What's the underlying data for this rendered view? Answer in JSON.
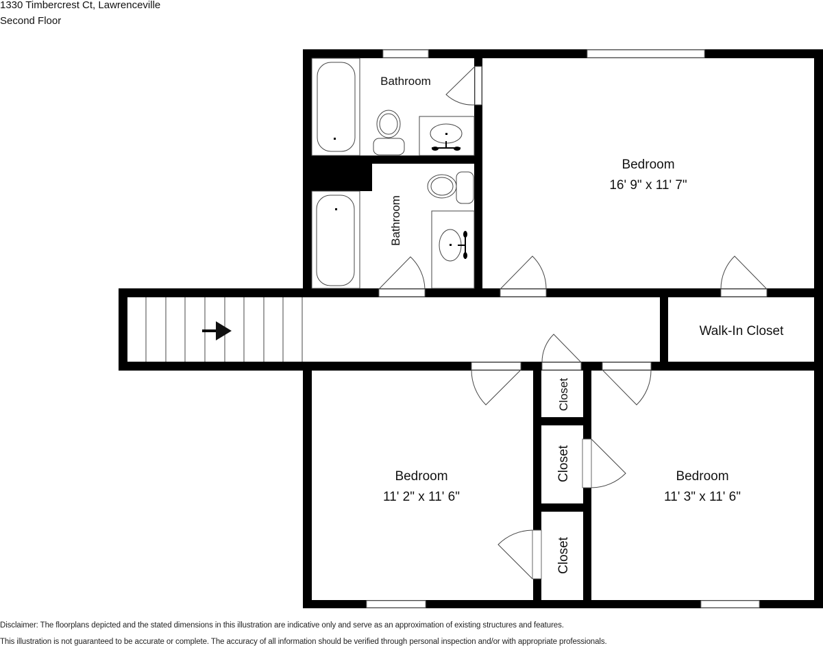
{
  "header": {
    "address": "1330 Timbercrest Ct, Lawrenceville",
    "floor": "Second Floor"
  },
  "rooms": {
    "bathroom_top": {
      "label": "Bathroom"
    },
    "bathroom_mid": {
      "label": "Bathroom"
    },
    "bedroom_main": {
      "label": "Bedroom",
      "dimensions": "16' 9\" x 11' 7\""
    },
    "walk_in_closet": {
      "label": "Walk-In Closet"
    },
    "closet_a": {
      "label": "Closet"
    },
    "closet_b": {
      "label": "Closet"
    },
    "closet_c": {
      "label": "Closet"
    },
    "bedroom_left": {
      "label": "Bedroom",
      "dimensions": "11' 2\" x 11' 6\""
    },
    "bedroom_right": {
      "label": "Bedroom",
      "dimensions": "11' 3\" x 11' 6\""
    }
  },
  "stairs": {
    "direction": "right",
    "icon": "arrow-right-icon"
  },
  "disclaimer": {
    "line1": "Disclaimer: The floorplans depicted and the stated dimensions in this illustration are indicative only and serve as an approximation of existing structures and features.",
    "line2": "This illustration is not guaranteed to be accurate or complete. The accuracy of all information should be verified through personal inspection and/or with appropriate professionals."
  },
  "colors": {
    "wall": "#000000",
    "background": "#ffffff",
    "fixture_stroke": "#444444"
  }
}
